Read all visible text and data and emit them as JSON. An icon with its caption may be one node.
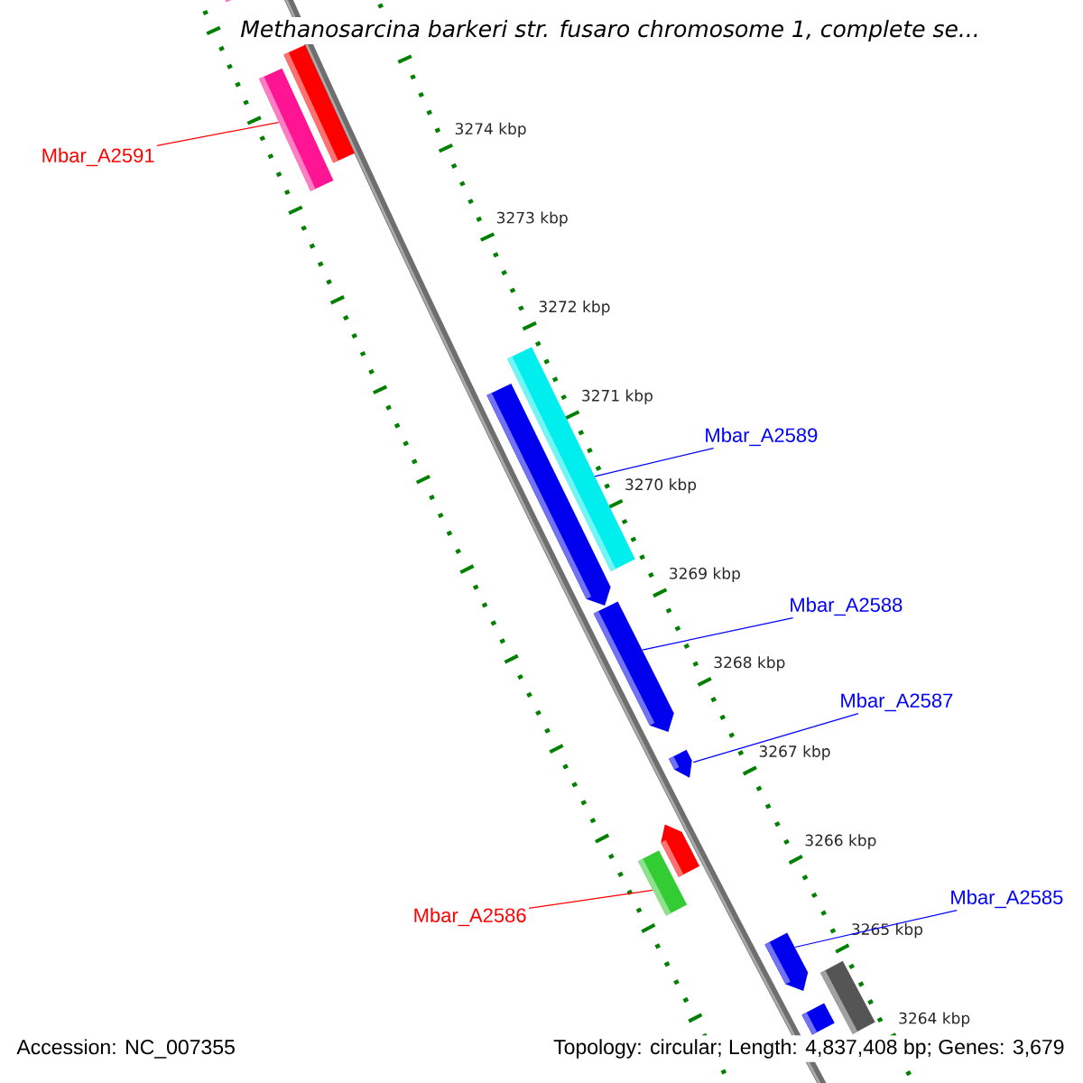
{
  "diagram": {
    "title": "Methanosarcina barkeri str. fusaro chromosome 1, complete se...",
    "nodes": [
      {
        "text": [
          "Mbar_A2591"
        ]
      },
      {
        "text": [
          "Mbar_A2589"
        ]
      },
      {
        "text": [
          "Mbar_A2588"
        ]
      },
      {
        "text": [
          "Mbar_A2587"
        ]
      },
      {
        "text": [
          "Mbar_A2585"
        ]
      },
      {
        "text": [
          "Mbar_A2586"
        ]
      },
      {
        "text": [],
        "shape": "bar"
      },
      {
        "text": [],
        "shape": "bar"
      },
      {
        "text": [],
        "shape": "bar"
      },
      {
        "text": [],
        "shape": "bar"
      },
      {
        "text": [],
        "shape": "bar"
      },
      {
        "text": [],
        "shape": "bar"
      },
      {
        "text": [],
        "shape": "bar"
      },
      {
        "text": [],
        "shape": "bar"
      },
      {
        "text": [],
        "shape": "bar"
      },
      {
        "text": [],
        "shape": "bar"
      },
      {
        "text": [],
        "shape": "bar"
      },
      {
        "text": [],
        "shape": "bar"
      }
    ],
    "edges": [
      {
        "from": 0,
        "to": 8,
        "arrow": "none",
        "color": "#ff0000"
      },
      {
        "from": 1,
        "to": 9,
        "arrow": "none"
      },
      {
        "from": 2,
        "to": 11,
        "arrow": "none"
      },
      {
        "from": 3,
        "to": 12,
        "arrow": "none"
      },
      {
        "from": 4,
        "to": 15,
        "arrow": "none"
      },
      {
        "from": 5,
        "to": 14,
        "arrow": "none",
        "color": "#ff0000"
      }
    ],
    "labels": [
      "3274 kbp",
      "3273 kbp",
      "3272 kbp",
      "3271 kbp",
      "3270 kbp",
      "3269 kbp",
      "3268 kbp",
      "3267 kbp",
      "3266 kbp",
      "3265 kbp",
      "3264 kbp",
      "Accession: NC_007355",
      "Topology: circular; Length: 4,837,408 bp; Genes: 3,679"
    ]
  }
}
